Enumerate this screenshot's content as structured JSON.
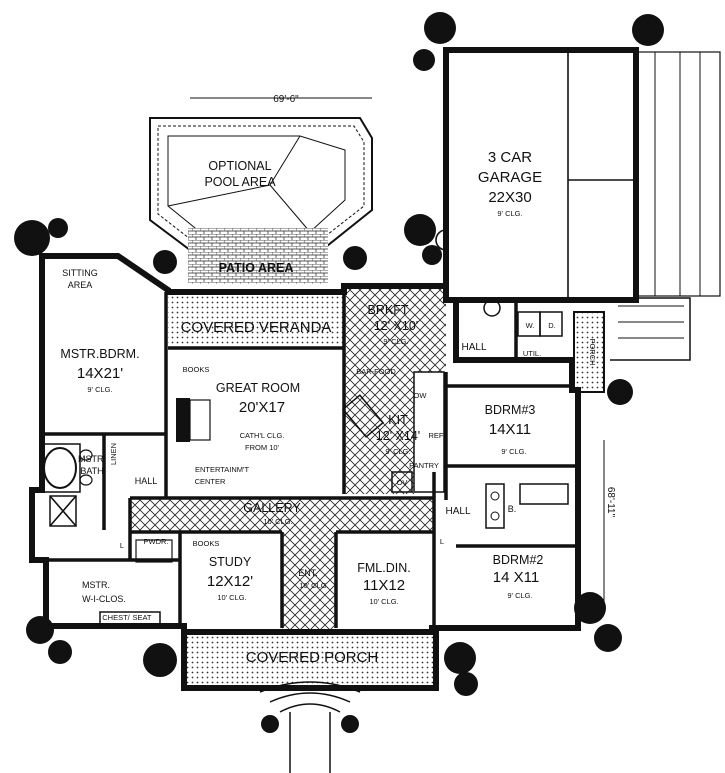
{
  "dimensions": {
    "width": "69'-6\"",
    "depth": "68'-11\""
  },
  "rooms": {
    "pool": {
      "name1": "OPTIONAL",
      "name2": "POOL AREA"
    },
    "patio": {
      "name": "PATIO AREA"
    },
    "garage": {
      "name1": "3 CAR",
      "name2": "GARAGE",
      "size": "22X30",
      "clg": "9' CLG."
    },
    "sitting": {
      "name1": "SITTING",
      "name2": "AREA"
    },
    "mstr_bdrm": {
      "name": "MSTR.BDRM.",
      "size": "14X21'",
      "clg": "9' CLG."
    },
    "veranda": {
      "name": "COVERED VERANDA"
    },
    "brkft": {
      "name": "BRKFT",
      "size": "12' X10'",
      "clg": "9' CLG."
    },
    "hall_util": {
      "name": "HALL"
    },
    "wd": {
      "w": "W.",
      "d": "D."
    },
    "util": {
      "name": "UTIL."
    },
    "porch_side": {
      "name": "PORCH"
    },
    "great": {
      "books": "BOOKS",
      "name": "GREAT ROOM",
      "size": "20'X17",
      "clg1": "CATH'L CLG.",
      "clg2": "FROM 10'",
      "ent1": "ENTERTAINM'T",
      "ent2": "CENTER"
    },
    "kit": {
      "bar": "BAR-FOOD",
      "ow": "OW",
      "name": "KIT",
      "size": "12' X14'",
      "clg": "9' CLG.",
      "ref": "REF",
      "pantry": "PANTRY",
      "ov": "OV"
    },
    "bdrm3": {
      "name": "BDRM#3",
      "size": "14X11",
      "clg": "9' CLG."
    },
    "mstr_bath": {
      "name1": "MSTR.",
      "name2": "BATH",
      "linen": "LINEN",
      "hall": "HALL"
    },
    "gallery": {
      "name": "GALLERY",
      "clg": "10' CLG."
    },
    "hall_bed": {
      "name": "HALL",
      "b": "B.",
      "l1": "L",
      "l2": "L"
    },
    "pwdr": {
      "name": "PWDR."
    },
    "study": {
      "books": "BOOKS",
      "name": "STUDY",
      "size": "12X12'",
      "clg": "10' CLG."
    },
    "ent": {
      "name": "ENT.",
      "clg": "10' CLG."
    },
    "fml_din": {
      "name": "FML.DIN.",
      "size": "11X12",
      "clg": "10' CLG."
    },
    "bdrm2": {
      "name": "BDRM#2",
      "size": "14 X11",
      "clg": "9' CLG."
    },
    "closet": {
      "name1": "MSTR.",
      "name2": "W-I-CLOS.",
      "chest1": "CHEST/",
      "chest2": "SEAT"
    },
    "porch": {
      "name": "COVERED PORCH"
    }
  }
}
